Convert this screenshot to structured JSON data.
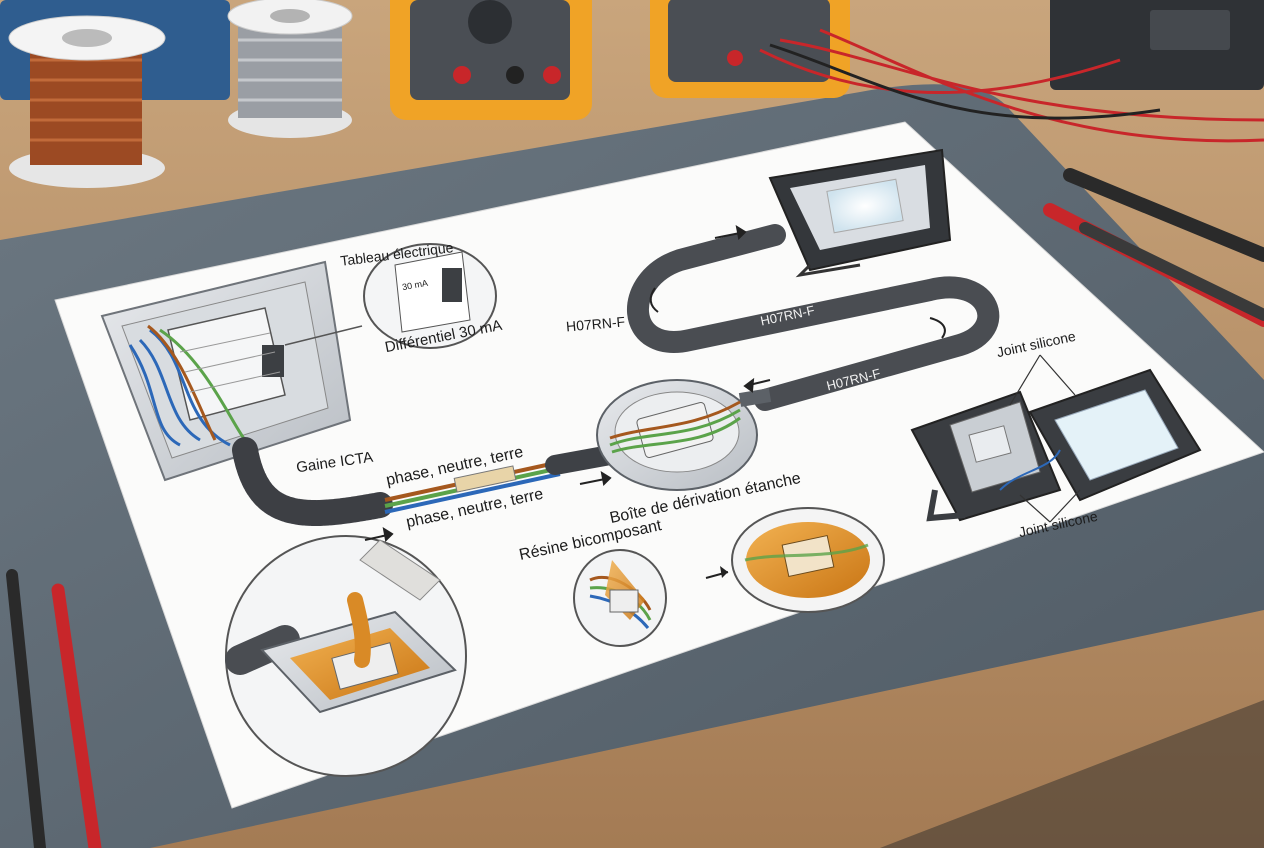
{
  "diagram": {
    "labels": {
      "tableau": "Tableau électrique",
      "differentiel": "Différentiel 30 mA",
      "gaine": "Gaine ICTA",
      "phase_1": "phase, neutre, terre",
      "phase_2": "phase, neutre, terre",
      "h07_left": "H07RN-F",
      "h07_cable_1": "H07RN-F",
      "h07_cable_2": "H07RN-F",
      "boite": "Boîte de dérivation étanche",
      "resine": "Résine bicomposant",
      "joint_1": "Joint silicone",
      "joint_2": "Joint silicone"
    },
    "breaker_marking": "30 mA"
  },
  "colors": {
    "paper": "#fbfbfa",
    "mat": "#5f6b75",
    "desk": "#b08a62",
    "multimeter": "#f0a326",
    "probe_red": "#c8262a",
    "resin": "#d98a26",
    "cable": "#4a4d52"
  }
}
